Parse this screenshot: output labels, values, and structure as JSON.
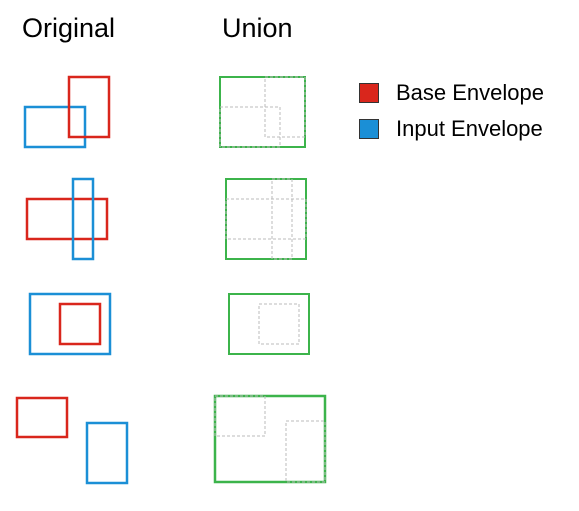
{
  "headings": {
    "original": "Original",
    "union": "Union"
  },
  "legend": [
    {
      "label": "Base Envelope",
      "color": "#d9261c"
    },
    {
      "label": "Input Envelope",
      "color": "#1b8fd6"
    }
  ],
  "colors": {
    "base": "#d9261c",
    "input": "#1b8fd6",
    "union": "#3cb44b",
    "guide": "#bbbbbb"
  }
}
